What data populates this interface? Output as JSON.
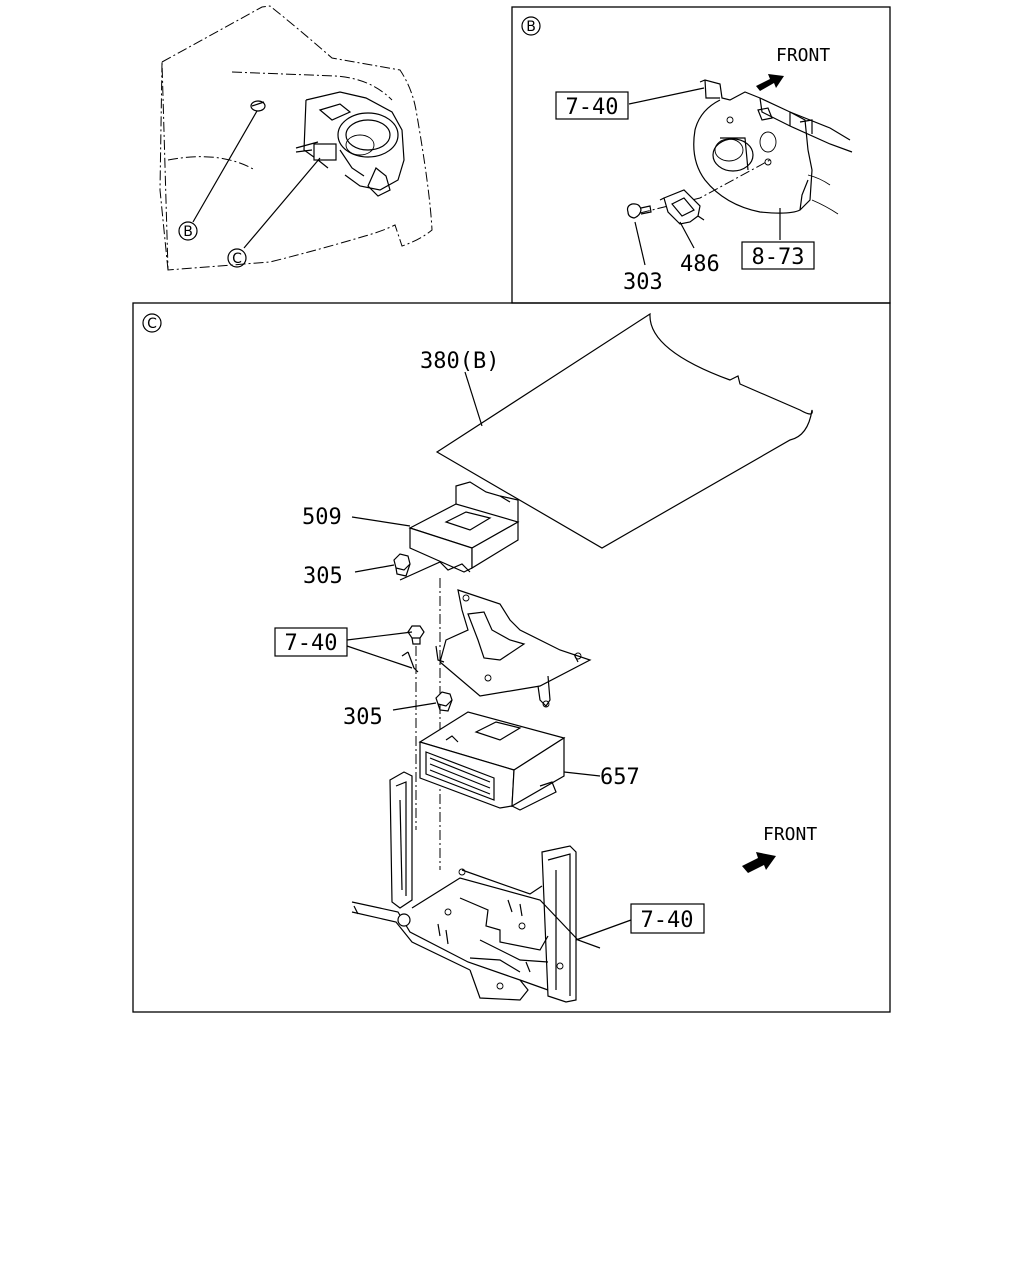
{
  "overview": {
    "callout_b": "B",
    "callout_c": "C"
  },
  "detail_b": {
    "marker": "B",
    "front_label": "FRONT",
    "ref_7_40": "7-40",
    "ref_8_73": "8-73",
    "part_303": "303",
    "part_486": "486"
  },
  "detail_c": {
    "marker": "C",
    "part_380b": "380(B)",
    "part_509": "509",
    "part_305_upper": "305",
    "ref_7_40_left": "7-40",
    "part_305_lower": "305",
    "part_657": "657",
    "front_label": "FRONT",
    "ref_7_40_right": "7-40"
  }
}
